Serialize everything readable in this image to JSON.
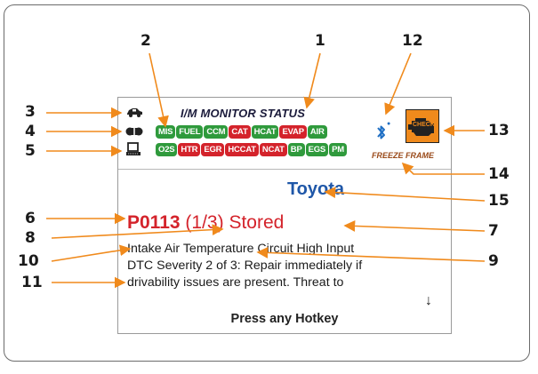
{
  "screen": {
    "title": "I/M MONITOR STATUS",
    "row1_chips": [
      {
        "label": "MIS",
        "status": "green"
      },
      {
        "label": "FUEL",
        "status": "green"
      },
      {
        "label": "CCM",
        "status": "green"
      },
      {
        "label": "CAT",
        "status": "red"
      },
      {
        "label": "HCAT",
        "status": "green"
      },
      {
        "label": "EVAP",
        "status": "red"
      },
      {
        "label": "AIR",
        "status": "green"
      }
    ],
    "row2_chips": [
      {
        "label": "O2S",
        "status": "green"
      },
      {
        "label": "HTR",
        "status": "red"
      },
      {
        "label": "EGR",
        "status": "red"
      },
      {
        "label": "HCCAT",
        "status": "red"
      },
      {
        "label": "NCAT",
        "status": "red"
      },
      {
        "label": "BP",
        "status": "green"
      },
      {
        "label": "EGS",
        "status": "green"
      },
      {
        "label": "PM",
        "status": "green"
      }
    ],
    "check_label": "CHECK",
    "freeze_frame": "FREEZE FRAME",
    "vehicle_make": "Toyota",
    "dtc_code": "P0113",
    "dtc_count": "(1/3)",
    "dtc_status": "Stored",
    "description_lines": [
      "Intake Air Temperature Circuit High Input",
      "DTC Severity 2 of 3: Repair immediately if",
      "drivability issues are present. Threat to"
    ],
    "scroll_glyph": "↓",
    "hotkey_prompt": "Press any Hotkey"
  },
  "callouts": [
    "1",
    "2",
    "3",
    "4",
    "5",
    "6",
    "7",
    "8",
    "9",
    "10",
    "11",
    "12",
    "13",
    "14",
    "15"
  ],
  "colors": {
    "arrow": "#f08a1c",
    "pass": "#2f9a3c",
    "fail": "#d4232b",
    "brand": "#1f57a8",
    "bluetooth": "#1f6fc4"
  },
  "icons": [
    "car-icon",
    "engine-icon",
    "computer-icon",
    "bluetooth-icon",
    "check-engine-icon"
  ]
}
